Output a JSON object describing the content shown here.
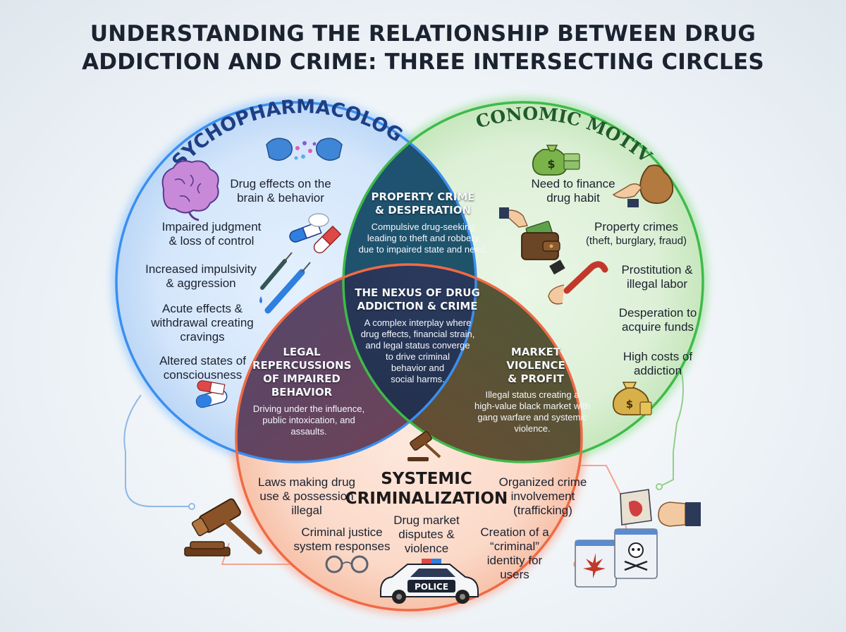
{
  "title": [
    "UNDERSTANDING THE RELATIONSHIP BETWEEN DRUG",
    "ADDICTION AND CRIME: THREE INTERSECTING CIRCLES"
  ],
  "circles": {
    "psycho": {
      "label": "PSYCHOPHARMACOLOGY",
      "items": [
        [
          "Drug effects on the",
          "brain & behavior"
        ],
        [
          "Impaired judgment",
          "& loss of control"
        ],
        [
          "Increased impulsivity",
          "& aggression"
        ],
        [
          "Acute effects &",
          "withdrawal creating",
          "cravings"
        ],
        [
          "Altered states of",
          "consciousness"
        ]
      ]
    },
    "economic": {
      "label": "ECONOMIC MOTIVE",
      "items": [
        [
          "Need to finance",
          "drug habit"
        ],
        [
          "Property crimes",
          "(theft, burglary, fraud)"
        ],
        [
          "Prostitution &",
          "illegal labor"
        ],
        [
          "Desperation to",
          "acquire funds"
        ],
        [
          "High costs of",
          "addiction"
        ]
      ]
    },
    "systemic": {
      "label": [
        "SYSTEMIC",
        "CRIMINALIZATION"
      ],
      "items": [
        [
          "Laws making drug",
          "use & possession",
          "illegal"
        ],
        [
          "Criminal justice",
          "system responses"
        ],
        [
          "Drug market",
          "disputes &",
          "violence"
        ],
        [
          "Organized crime",
          "involvement",
          "(trafficking)"
        ],
        [
          "Creation of a",
          "“criminal”",
          "identity for",
          "users"
        ]
      ]
    }
  },
  "overlaps": {
    "psycho_economic": {
      "title": [
        "PROPERTY CRIME",
        "& DESPERATION"
      ],
      "body": [
        "Compulsive drug-seeking",
        "leading to theft and robbery",
        "due to impaired state and need."
      ]
    },
    "psycho_systemic": {
      "title": [
        "LEGAL",
        "REPERCUSSIONS",
        "OF IMPAIRED",
        "BEHAVIOR"
      ],
      "body": [
        "Driving under the influence,",
        "public intoxication, and",
        "assaults."
      ]
    },
    "economic_systemic": {
      "title": [
        "MARKET",
        "VIOLENCE",
        "& PROFIT"
      ],
      "body": [
        "Illegal status creating a",
        "high-value black market with",
        "gang warfare and systemic",
        "violence."
      ]
    },
    "center": {
      "title": [
        "THE NEXUS OF DRUG",
        "ADDICTION & CRIME"
      ],
      "body": [
        "A complex interplay where",
        "drug effects, financial strain,",
        "and legal status converge",
        "to drive criminal",
        "behavior and",
        "social harms."
      ]
    }
  },
  "icons": {
    "money_bag": "$",
    "police_car": "POLICE"
  },
  "colors": {
    "blue": "#2f7fe0",
    "green": "#35b34a",
    "red": "#ef5a3c",
    "center": "#1f2b44"
  }
}
